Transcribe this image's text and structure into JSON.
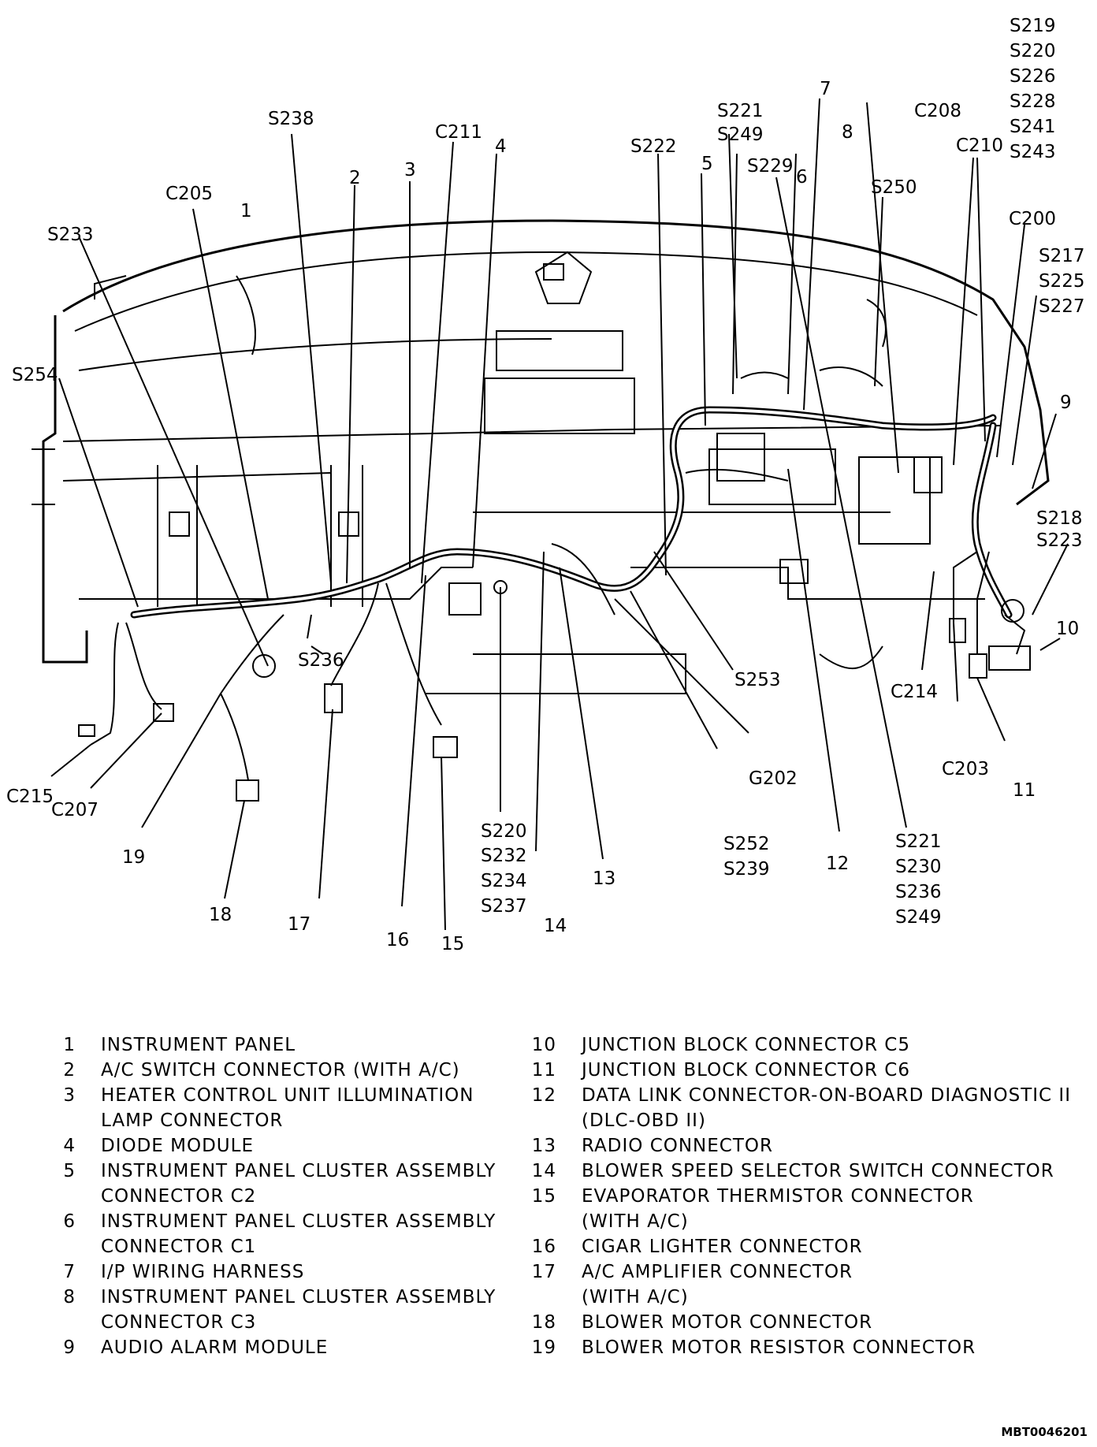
{
  "diagram": {
    "labels": {
      "s219": "S219",
      "s220": "S220",
      "s226": "S226",
      "s228": "S228",
      "s241": "S241",
      "s243": "S243",
      "n7": "7",
      "c208": "C208",
      "n8": "8",
      "c210": "C210",
      "s221a": "S221",
      "s249a": "S249",
      "s238": "S238",
      "c211": "C211",
      "n4": "4",
      "s222": "S222",
      "n5": "5",
      "s229": "S229",
      "n6": "6",
      "s250": "S250",
      "n2": "2",
      "n3": "3",
      "c205": "C205",
      "n1": "1",
      "c200": "C200",
      "s233": "S233",
      "s217": "S217",
      "s225": "S225",
      "s227": "S227",
      "s254": "S254",
      "n9": "9",
      "s218": "S218",
      "s223": "S223",
      "n10": "10",
      "s236a": "S236",
      "s253": "S253",
      "c214": "C214",
      "c215": "C215",
      "c207": "C207",
      "g202": "G202",
      "c203": "C203",
      "n11": "11",
      "n19": "19",
      "s220b": "S220",
      "s232": "S232",
      "s234": "S234",
      "s237": "S237",
      "n13": "13",
      "s252": "S252",
      "s239": "S239",
      "n12": "12",
      "s221b": "S221",
      "s230": "S230",
      "s236b": "S236",
      "s249b": "S249",
      "n18": "18",
      "n17": "17",
      "n16": "16",
      "n15": "15",
      "n14": "14"
    }
  },
  "legend": {
    "left": [
      {
        "num": "1",
        "text": "INSTRUMENT PANEL"
      },
      {
        "num": "2",
        "text": "A/C SWITCH CONNECTOR (WITH A/C)"
      },
      {
        "num": "3",
        "text": "HEATER CONTROL UNIT ILLUMINATION\nLAMP CONNECTOR"
      },
      {
        "num": "4",
        "text": "DIODE MODULE"
      },
      {
        "num": "5",
        "text": "INSTRUMENT PANEL CLUSTER ASSEMBLY\nCONNECTOR C2"
      },
      {
        "num": "6",
        "text": "INSTRUMENT PANEL CLUSTER ASSEMBLY\nCONNECTOR C1"
      },
      {
        "num": "7",
        "text": "I/P WIRING HARNESS"
      },
      {
        "num": "8",
        "text": "INSTRUMENT PANEL CLUSTER ASSEMBLY\nCONNECTOR C3"
      },
      {
        "num": "9",
        "text": "AUDIO ALARM MODULE"
      }
    ],
    "right": [
      {
        "num": "10",
        "text": "JUNCTION BLOCK CONNECTOR C5"
      },
      {
        "num": "11",
        "text": "JUNCTION BLOCK CONNECTOR C6"
      },
      {
        "num": "12",
        "text": "DATA LINK CONNECTOR-ON-BOARD DIAGNOSTIC II\n(DLC-OBD II)"
      },
      {
        "num": "13",
        "text": "RADIO CONNECTOR"
      },
      {
        "num": "14",
        "text": "BLOWER SPEED SELECTOR SWITCH CONNECTOR"
      },
      {
        "num": "15",
        "text": "EVAPORATOR THERMISTOR CONNECTOR\n(WITH A/C)"
      },
      {
        "num": "16",
        "text": "CIGAR LIGHTER CONNECTOR"
      },
      {
        "num": "17",
        "text": "A/C AMPLIFIER CONNECTOR\n(WITH A/C)"
      },
      {
        "num": "18",
        "text": "BLOWER MOTOR CONNECTOR"
      },
      {
        "num": "19",
        "text": "BLOWER MOTOR RESISTOR CONNECTOR"
      }
    ]
  },
  "image_code": "MBT0046201"
}
